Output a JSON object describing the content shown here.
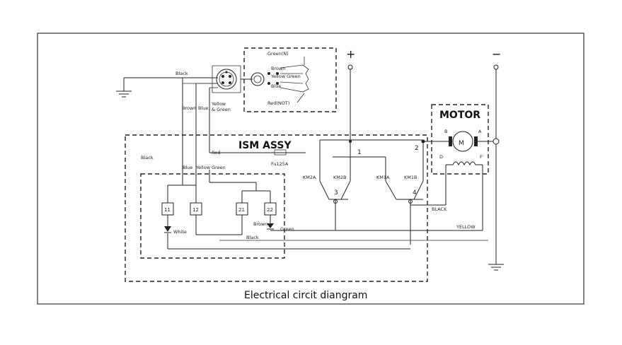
{
  "caption": "Electrical circit diangram",
  "ism_title": "ISM ASSY",
  "motor_title": "MOTOR",
  "plus": "+",
  "minus": "−",
  "connector": {
    "green": "Green(N)",
    "brown": "Brown",
    "yellow_green": "Yellow Green",
    "blue": "Blue",
    "red": "Red(NOT)"
  },
  "wires": {
    "black_top": "Black",
    "brown": "Brown",
    "blue": "Blue",
    "yellow_green_vert": "Yellow",
    "yellow_green_vert2": "& Green",
    "red": "Red",
    "black_left": "Black",
    "blue_inner": "Blue",
    "yellow_green_inner": "Yellow Green",
    "white": "White",
    "brown_low": "Brown",
    "black_low": "Black",
    "green_low": "Green",
    "black_right": "BLACK",
    "yellow_right": "YELLOW"
  },
  "fuse": "Fu125A",
  "relays": [
    "11",
    "12",
    "21",
    "22"
  ],
  "switches": {
    "km2a": "KM2A",
    "km2b": "KM2B",
    "km1a": "KM1A",
    "km1b": "KM1B"
  },
  "nodes": {
    "n1": "1",
    "n2": "2",
    "n3": "3",
    "n4": "4"
  },
  "motor": {
    "m": "M",
    "a": "A",
    "b": "B",
    "d": "D",
    "f": "F"
  }
}
